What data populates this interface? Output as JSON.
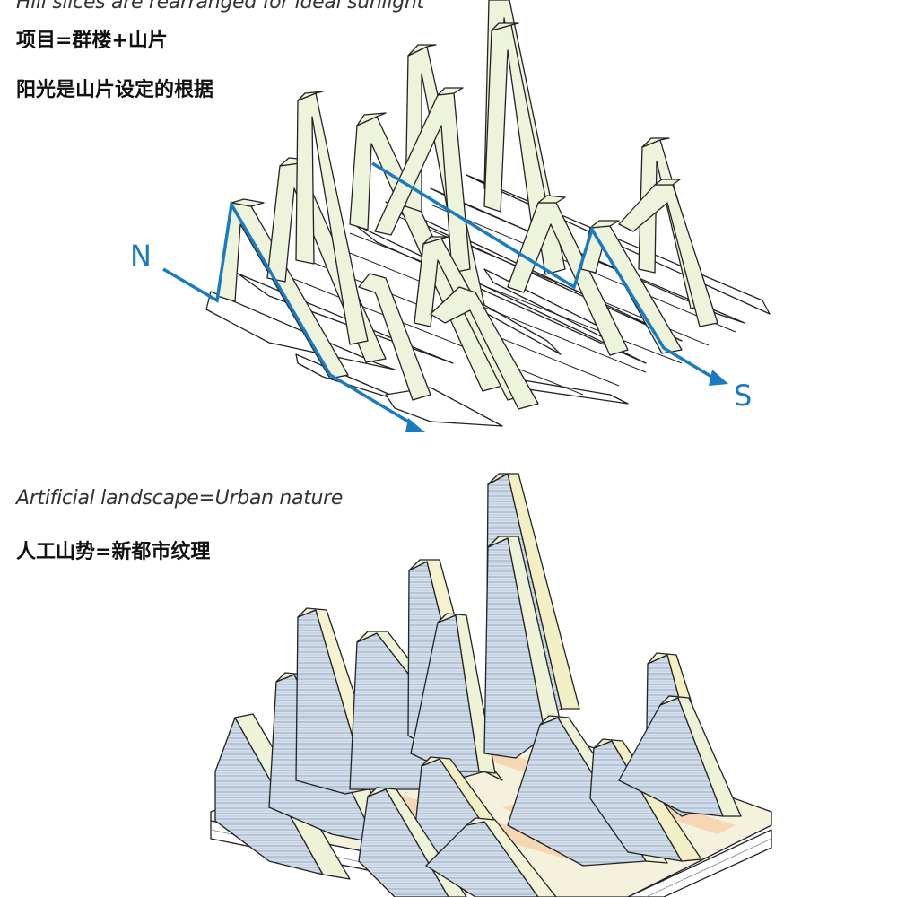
{
  "top": {
    "caption_en": "Hill slices are rearranged for ideal sunlight",
    "caption_zh_1": "项目=群楼+山片",
    "caption_zh_2": "阳光是山片设定的根据",
    "north_label": "N",
    "south_label": "S"
  },
  "bottom": {
    "caption_en": "Artificial landscape=Urban nature",
    "caption_zh": "人工山势=新都市纹理"
  },
  "colors": {
    "accent_blue": "#1a7bc0",
    "slice_fill": "#eef3dc",
    "slice_outline": "#222222",
    "hatch_blue": "#8fa8c6",
    "warm_yellow": "#f3efc5"
  }
}
